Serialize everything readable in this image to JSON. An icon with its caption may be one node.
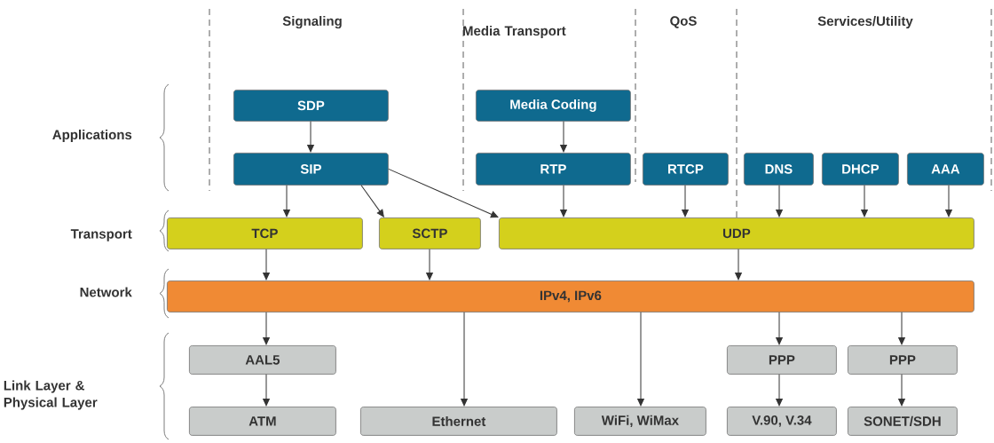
{
  "diagram": {
    "nodes": [
      {
        "text": [
          "SDP"
        ]
      },
      {
        "text": [
          "Media Coding"
        ]
      },
      {
        "text": [
          "SIP"
        ]
      },
      {
        "text": [
          "RTP"
        ]
      },
      {
        "text": [
          "RTCP"
        ]
      },
      {
        "text": [
          "DNS"
        ]
      },
      {
        "text": [
          "DHCP"
        ]
      },
      {
        "text": [
          "AAA"
        ]
      },
      {
        "text": [
          "TCP"
        ]
      },
      {
        "text": [
          "SCTP"
        ]
      },
      {
        "text": [
          "UDP"
        ]
      },
      {
        "text": [
          "IPv4, IPv6"
        ]
      },
      {
        "text": [
          "AAL5"
        ]
      },
      {
        "text": [
          "PPP"
        ]
      },
      {
        "text": [
          "PPP"
        ]
      },
      {
        "text": [
          "ATM"
        ]
      },
      {
        "text": [
          "Ethernet"
        ]
      },
      {
        "text": [
          "WiFi, WiMax"
        ]
      },
      {
        "text": [
          "V.90, V.34"
        ]
      },
      {
        "text": [
          "SONET/SDH"
        ]
      }
    ],
    "edges": [
      {
        "from": 0,
        "to": 2,
        "arrow": "to"
      },
      {
        "from": 1,
        "to": 3,
        "arrow": "to"
      },
      {
        "from": 2,
        "to": 8,
        "arrow": "to"
      },
      {
        "from": 2,
        "to": 9,
        "arrow": "to"
      },
      {
        "from": 2,
        "to": 10,
        "arrow": "to"
      },
      {
        "from": 3,
        "to": 10,
        "arrow": "to"
      },
      {
        "from": 4,
        "to": 10,
        "arrow": "to"
      },
      {
        "from": 5,
        "to": 10,
        "arrow": "to"
      },
      {
        "from": 6,
        "to": 10,
        "arrow": "to"
      },
      {
        "from": 7,
        "to": 10,
        "arrow": "to"
      },
      {
        "from": 8,
        "to": 11,
        "arrow": "to"
      },
      {
        "from": 9,
        "to": 11,
        "arrow": "to"
      },
      {
        "from": 10,
        "to": 11,
        "arrow": "to"
      },
      {
        "from": 11,
        "to": 12,
        "arrow": "to"
      },
      {
        "from": 11,
        "to": 16,
        "arrow": "to"
      },
      {
        "from": 11,
        "to": 17,
        "arrow": "to"
      },
      {
        "from": 11,
        "to": 13,
        "arrow": "to"
      },
      {
        "from": 11,
        "to": 14,
        "arrow": "to"
      },
      {
        "from": 12,
        "to": 15,
        "arrow": "to"
      },
      {
        "from": 13,
        "to": 18,
        "arrow": "to"
      },
      {
        "from": 14,
        "to": 19,
        "arrow": "to"
      }
    ],
    "labels": [
      "Signaling",
      "Media Transport",
      "QoS",
      "Services/Utility",
      "Applications",
      "Transport",
      "Network",
      "Link Layer & Physical Layer"
    ]
  }
}
